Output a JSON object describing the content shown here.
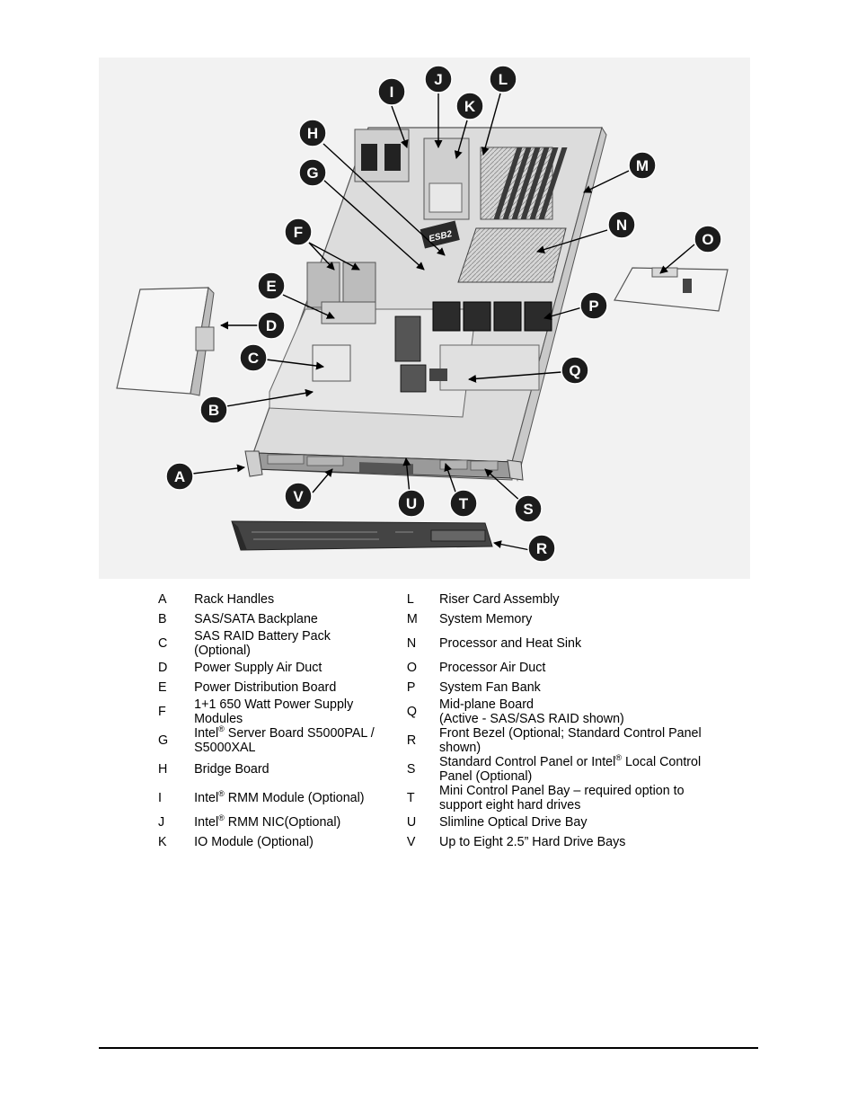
{
  "callouts": [
    "I",
    "J",
    "L",
    "K",
    "M",
    "H",
    "G",
    "N",
    "F",
    "O",
    "E",
    "D",
    "P",
    "C",
    "Q",
    "B",
    "A",
    "V",
    "U",
    "T",
    "S",
    "R"
  ],
  "chip_label": "ESB2",
  "legend": {
    "rows": [
      {
        "l1": {
          "k": "A",
          "t": "Rack Handles"
        },
        "l2": {
          "k": "L",
          "t": "Riser Card Assembly"
        }
      },
      {
        "l1": {
          "k": "B",
          "t": "SAS/SATA Backplane"
        },
        "l2": {
          "k": "M",
          "t": "System Memory"
        }
      },
      {
        "l1": {
          "k": "C",
          "t": "SAS RAID Battery Pack (Optional)"
        },
        "l2": {
          "k": "N",
          "t": "Processor and Heat Sink"
        }
      },
      {
        "l1": {
          "k": "D",
          "t": "Power Supply Air Duct"
        },
        "l2": {
          "k": "O",
          "t": "Processor Air Duct"
        }
      },
      {
        "l1": {
          "k": "E",
          "t": "Power Distribution Board"
        },
        "l2": {
          "k": "P",
          "t": "System Fan Bank"
        }
      },
      {
        "l1": {
          "k": "F",
          "t": "1+1 650 Watt Power Supply Modules"
        },
        "l2": {
          "k": "Q",
          "t": "Mid-plane Board"
        }
      },
      {
        "l1": {
          "k": "G",
          "a": "Intel",
          "b": "Server Board S5000PAL / S5000XAL"
        },
        "l2": {
          "k": "R",
          "t": "Front Bezel (Optional; Standard Control Panel shown)"
        }
      },
      {
        "l1": {
          "k": "H",
          "t": "Bridge Board"
        },
        "l2": {
          "k": "S",
          "a": "Standard Control Panel or Intel",
          "b": "Local Control Panel (Optional)"
        }
      },
      {
        "l1": {
          "k": "I",
          "a": "Intel",
          "b": "RMM Module (Optional)"
        },
        "l2": {
          "k": "T",
          "t": "Mini Control Panel Bay – required option to support eight hard drives"
        }
      },
      {
        "l1": {
          "k": "J",
          "a": "Intel",
          "b": "RMM NIC(Optional)"
        },
        "l2": {
          "k": "U",
          "t": "Slimline Optical Drive Bay"
        }
      },
      {
        "l1": {
          "k": "K",
          "t": "IO Module (Optional)"
        },
        "l2": {
          "k": "V",
          "t": "Up to Eight 2.5” Hard Drive Bays"
        }
      }
    ],
    "q_sub": "(Active - SAS/SAS RAID  shown)",
    "reg": "®"
  }
}
